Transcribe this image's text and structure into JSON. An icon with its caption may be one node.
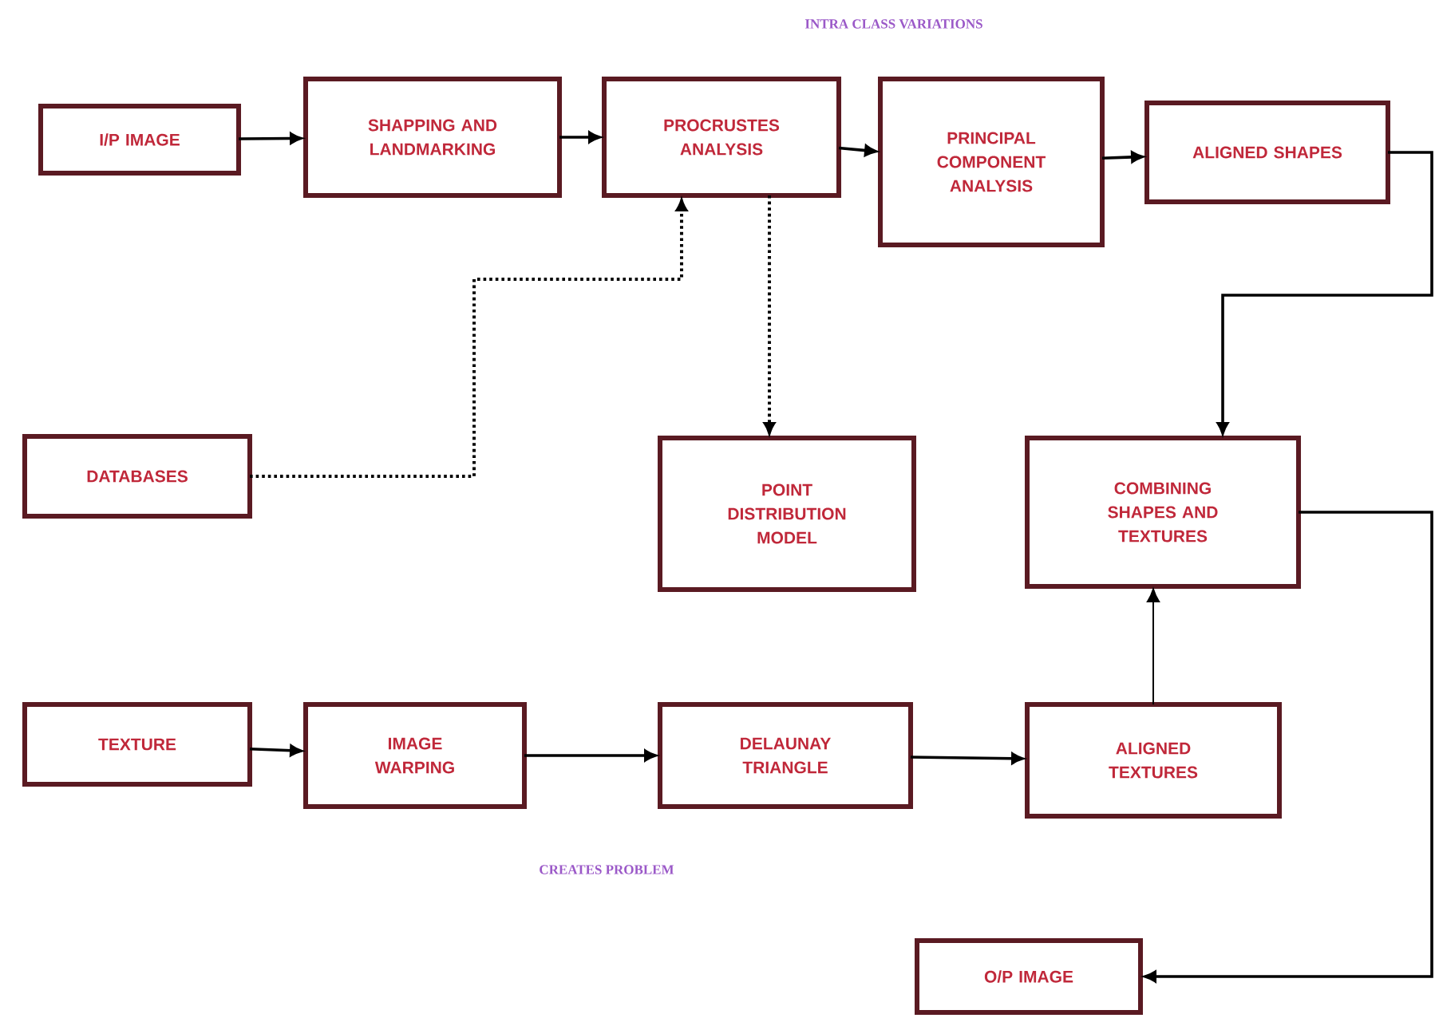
{
  "diagram": {
    "nodes": [
      {
        "text": [
          "I/P IMAGE"
        ]
      },
      {
        "text": [
          "SHAPPING AND LANDMARKING"
        ]
      },
      {
        "text": [
          "PROCRUSTES ANALYSIS"
        ]
      },
      {
        "text": [
          "PRINCIPAL COMPONENT ANALYSIS"
        ]
      },
      {
        "text": [
          "ALIGNED SHAPES"
        ]
      },
      {
        "text": [
          "DATABASES"
        ]
      },
      {
        "text": [
          "POINT DISTRIBUTION MODEL"
        ]
      },
      {
        "text": [
          "COMBINING SHAPES AND TEXTURES"
        ]
      },
      {
        "text": [
          "TEXTURE"
        ]
      },
      {
        "text": [
          "IMAGE WARPING"
        ]
      },
      {
        "text": [
          "DELAUNAY TRIANGLE"
        ]
      },
      {
        "text": [
          "ALIGNED TEXTURES"
        ]
      },
      {
        "text": [
          "O/P IMAGE"
        ]
      }
    ],
    "edges": [
      {
        "from": 0,
        "to": 1,
        "arrow": "to"
      },
      {
        "from": 1,
        "to": 2,
        "arrow": "to"
      },
      {
        "from": 2,
        "to": 3,
        "arrow": "to"
      },
      {
        "from": 3,
        "to": 4,
        "arrow": "to"
      },
      {
        "from": 5,
        "to": 2,
        "arrow": "to",
        "style": "dashed"
      },
      {
        "from": 2,
        "to": 6,
        "arrow": "to",
        "style": "dashed"
      },
      {
        "from": 4,
        "to": 7,
        "arrow": "to"
      },
      {
        "from": 11,
        "to": 7,
        "arrow": "to"
      },
      {
        "from": 8,
        "to": 9,
        "arrow": "to"
      },
      {
        "from": 9,
        "to": 10,
        "arrow": "to"
      },
      {
        "from": 10,
        "to": 11,
        "arrow": "to"
      },
      {
        "from": 7,
        "to": 12,
        "arrow": "to"
      }
    ],
    "labels": [
      "INTRA CLASS VARIATIONS",
      "CREATES PROBLEM"
    ]
  }
}
